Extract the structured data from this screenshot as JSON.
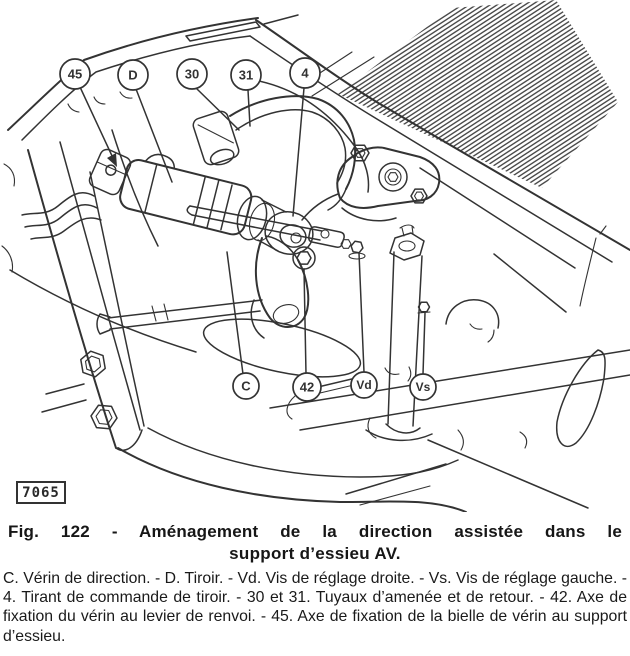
{
  "colors": {
    "ink": "#333333",
    "paper": "#ffffff",
    "text": "#161616"
  },
  "figure": {
    "badge": "7065",
    "callouts": {
      "c45": "45",
      "cD": "D",
      "c30": "30",
      "c31": "31",
      "c4": "4",
      "cC": "C",
      "c42": "42",
      "cVd": "Vd",
      "cVs": "Vs"
    },
    "caption": {
      "line1": "Fig. 122 - Aménagement de la direction assistée dans le",
      "line2": "support d’essieu AV."
    },
    "legend": "C. Vérin de direction. - D. Tiroir. - Vd. Vis de réglage droite. - Vs. Vis de réglage gauche. - 4. Tirant de commande de tiroir. - 30 et 31. Tuyaux d’amenée et de retour. - 42. Axe de fixation du vérin au levier de renvoi. - 45. Axe de fixation de la bielle de vérin au support d’essieu."
  }
}
